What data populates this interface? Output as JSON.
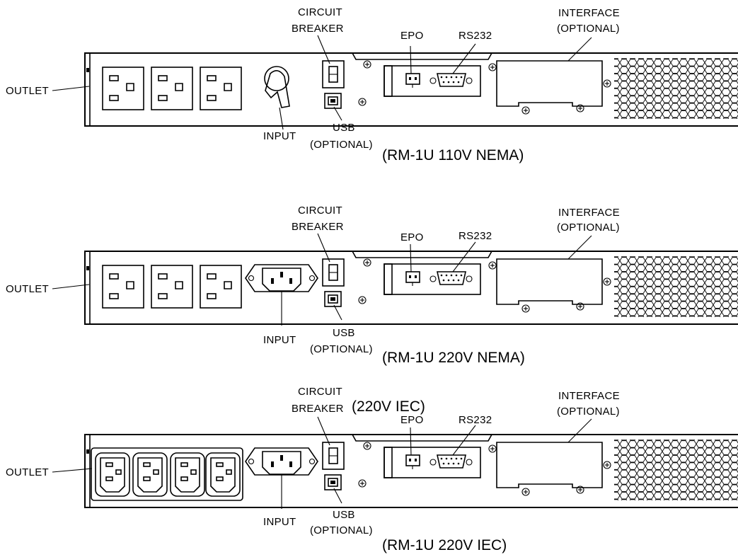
{
  "diagrams": [
    {
      "caption": "(RM-1U 110V NEMA)",
      "labels": {
        "outlet": "OUTLET",
        "input": "INPUT",
        "breaker_line1": "CIRCUIT",
        "breaker_line2": "BREAKER",
        "usb_line1": "USB",
        "usb_line2": "(OPTIONAL)",
        "epo": "EPO",
        "rs232": "RS232",
        "interface_line1": "INTERFACE",
        "interface_line2": "(OPTIONAL)"
      }
    },
    {
      "caption": "(RM-1U 220V NEMA)",
      "labels": {
        "outlet": "OUTLET",
        "input": "INPUT",
        "breaker_line1": "CIRCUIT",
        "breaker_line2": "BREAKER",
        "usb_line1": "USB",
        "usb_line2": "(OPTIONAL)",
        "epo": "EPO",
        "rs232": "RS232",
        "interface_line1": "INTERFACE",
        "interface_line2": "(OPTIONAL)"
      }
    },
    {
      "caption": "(RM-1U 220V IEC)",
      "labels": {
        "outlet": "OUTLET",
        "input": "INPUT",
        "breaker_line1": "CIRCUIT",
        "breaker_line2": "BREAKER",
        "usb_line1": "USB",
        "usb_line2": "(OPTIONAL)",
        "epo": "EPO",
        "rs232": "RS232",
        "interface_line1": "INTERFACE",
        "interface_line2": "(OPTIONAL)"
      }
    }
  ],
  "mid_caption": "(220V IEC)"
}
